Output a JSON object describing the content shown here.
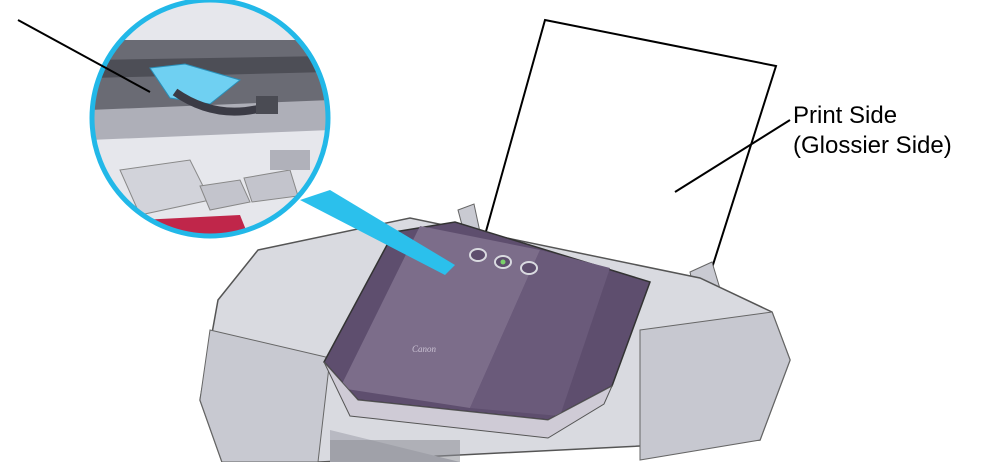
{
  "labels": {
    "print_side": "Print Side",
    "glossier_side": "(Glossier Side)"
  },
  "logo_text": "Canon",
  "colors": {
    "printer_body": "#d9dae0",
    "printer_shadow": "#b8b9c2",
    "cover_dark": "#5e4e6e",
    "cover_mid": "#7c6d8a",
    "cover_light": "#6a5a7a",
    "magnifier_ring": "#22b8e8",
    "magnifier_beam": "#2bc0ec",
    "guide_blue": "#6fd0f2",
    "paper": "#ffffff",
    "line": "#000000"
  }
}
